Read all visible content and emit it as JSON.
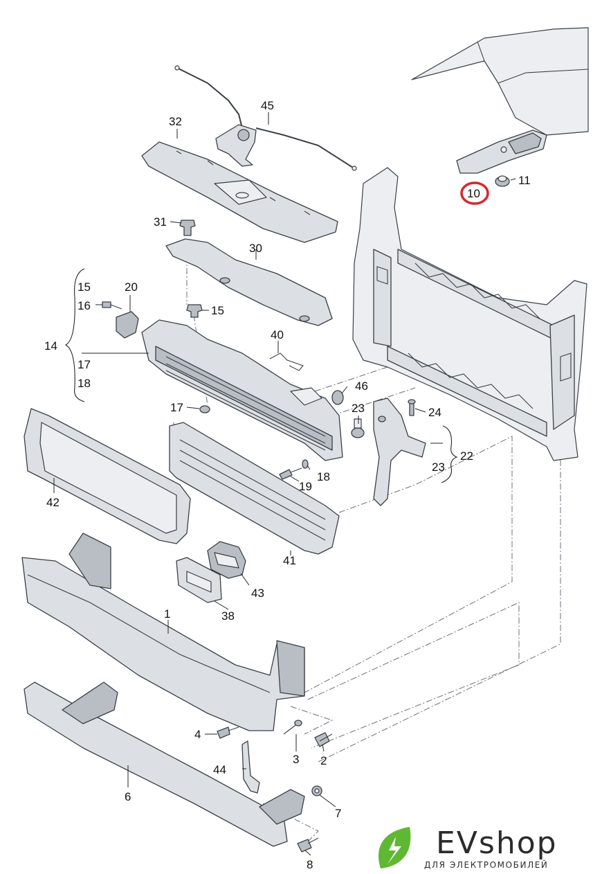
{
  "diagram": {
    "callouts": {
      "p1": "1",
      "p2": "2",
      "p3": "3",
      "p4": "4",
      "p6": "6",
      "p7": "7",
      "p8": "8",
      "p10": "10",
      "p11": "11",
      "p14": "14",
      "p15a": "15",
      "p15b": "15",
      "p16": "16",
      "p17a": "17",
      "p17b": "17",
      "p18a": "18",
      "p18b": "18",
      "p19": "19",
      "p20": "20",
      "p22": "22",
      "p23a": "23",
      "p23b": "23",
      "p24": "24",
      "p30": "30",
      "p31": "31",
      "p32": "32",
      "p38": "38",
      "p40": "40",
      "p41": "41",
      "p42": "42",
      "p43": "43",
      "p44": "44",
      "p45": "45",
      "p46": "46"
    },
    "highlighted_part": "10",
    "highlight_color": "#d8262e"
  },
  "logo": {
    "name": "EVshop",
    "tagline": "ДЛЯ ЭЛЕКТРОМОБИЛЕЙ",
    "leaf_color": "#5fb832",
    "text_color": "#2b2b2b"
  }
}
